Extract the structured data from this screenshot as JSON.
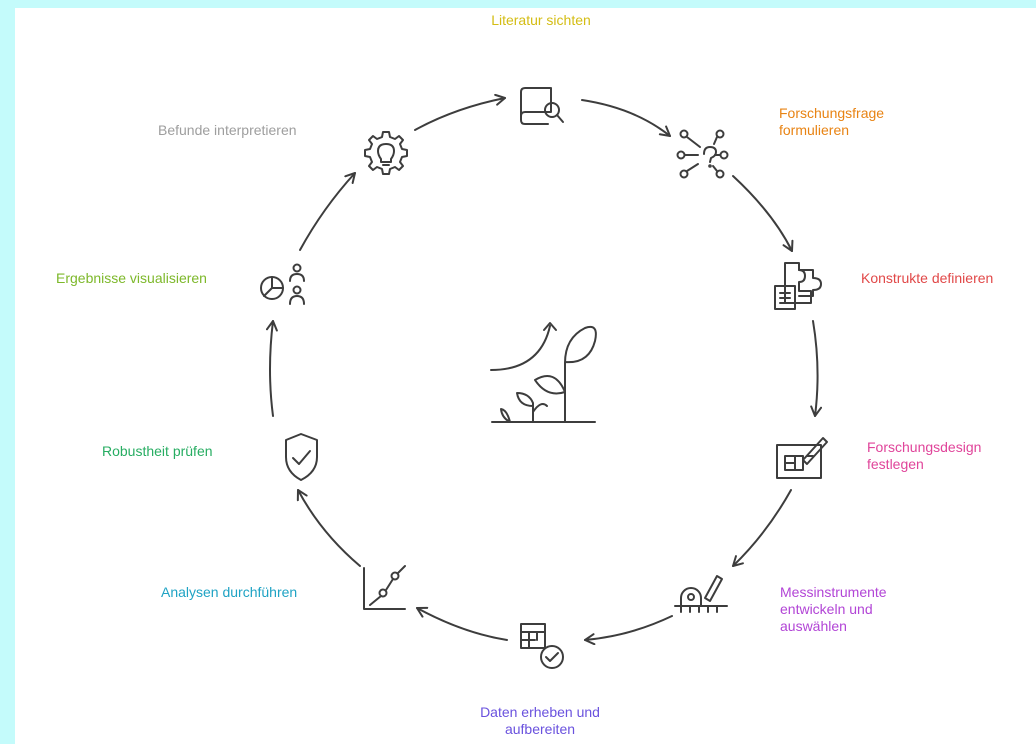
{
  "steps": [
    {
      "label": "Literatur sichten",
      "color": "#d4bd14",
      "icon": "book-search-icon"
    },
    {
      "label": "Forschungsfrage\nformulieren",
      "color": "#e88313",
      "icon": "network-question-icon"
    },
    {
      "label": "Konstrukte definieren",
      "color": "#e14848",
      "icon": "puzzle-document-icon"
    },
    {
      "label": "Forschungsdesign\nfestlegen",
      "color": "#e0449a",
      "icon": "blueprint-pencil-icon"
    },
    {
      "label": "Messinstrumente\nentwickeln und\nauswählen",
      "color": "#b245d6",
      "icon": "tape-measure-pencil-icon"
    },
    {
      "label": "Daten erheben und\naufbereiten",
      "color": "#6a52de",
      "icon": "table-check-icon"
    },
    {
      "label": "Analysen durchführen",
      "color": "#1fa3c4",
      "icon": "line-graph-icon"
    },
    {
      "label": "Robustheit prüfen",
      "color": "#27ad62",
      "icon": "shield-check-icon"
    },
    {
      "label": "Ergebnisse visualisieren",
      "color": "#7db82a",
      "icon": "pie-chart-people-icon"
    },
    {
      "label": "Befunde interpretieren",
      "color": "#9e9e9e",
      "icon": "gear-bulb-icon"
    }
  ],
  "center_icon": "growth-plant-icon",
  "stroke_color": "#3d3d3d"
}
